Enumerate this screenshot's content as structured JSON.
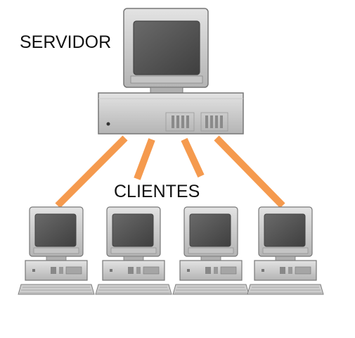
{
  "labels": {
    "server": "SERVIDOR",
    "clients": "CLIENTES"
  },
  "colors": {
    "connector": "#f59a4e",
    "case_light": "#d6d6d6",
    "case_mid": "#b9b9b9",
    "case_dark": "#8c8c8c",
    "screen": "#5a5a5a",
    "outline": "#6e6e6e"
  },
  "icons": {
    "server": "desktop-server-icon",
    "client": "desktop-client-icon"
  },
  "client_count": 4
}
